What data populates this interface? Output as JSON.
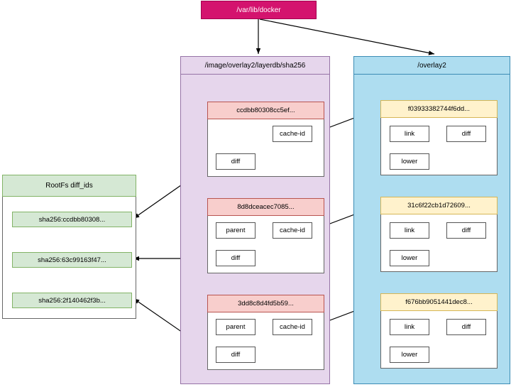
{
  "diagram": {
    "title_root": "/var/lib/docker",
    "containers": [
      {
        "name": "layerdb",
        "title": "/image/overlay2/layerdb/sha256"
      },
      {
        "name": "overlay2",
        "title": "/overlay2"
      }
    ],
    "rootfs": {
      "header": "RootFs diff_ids",
      "items": [
        "sha256:ccdbb80308...",
        "sha256:63c99163f47...",
        "sha256:2f140462f3b..."
      ]
    },
    "layerdb_layers": [
      {
        "id": "ccdbb80308cc5ef...",
        "slots": [
          "cache-id",
          "diff"
        ]
      },
      {
        "id": "8d8dceacec7085...",
        "slots": [
          "parent",
          "cache-id",
          "diff"
        ]
      },
      {
        "id": "3dd8c8d4fd5b59...",
        "slots": [
          "parent",
          "cache-id",
          "diff"
        ]
      }
    ],
    "overlay2_dirs": [
      {
        "id": "f03933382744f6dd...",
        "slots": [
          "link",
          "diff",
          "lower"
        ]
      },
      {
        "id": "31c6f22cb1d72609...",
        "slots": [
          "link",
          "diff",
          "lower"
        ]
      },
      {
        "id": "f676bb9051441dec8...",
        "slots": [
          "link",
          "diff",
          "lower"
        ]
      }
    ],
    "colors": {
      "root_fill": "#D4136E",
      "root_stroke": "#A3004F",
      "purple_fill": "#E6D6EC",
      "purple_stroke": "#9673A6",
      "blue_fill": "#AEDDF0",
      "blue_stroke": "#3C8CB5",
      "green_fill": "#D5E8D4",
      "green_stroke": "#82B366",
      "pink_fill": "#F8CECC",
      "pink_stroke": "#B85450",
      "yellow_fill": "#FFF2CC",
      "yellow_stroke": "#D6B656",
      "edge": "#000000"
    }
  }
}
